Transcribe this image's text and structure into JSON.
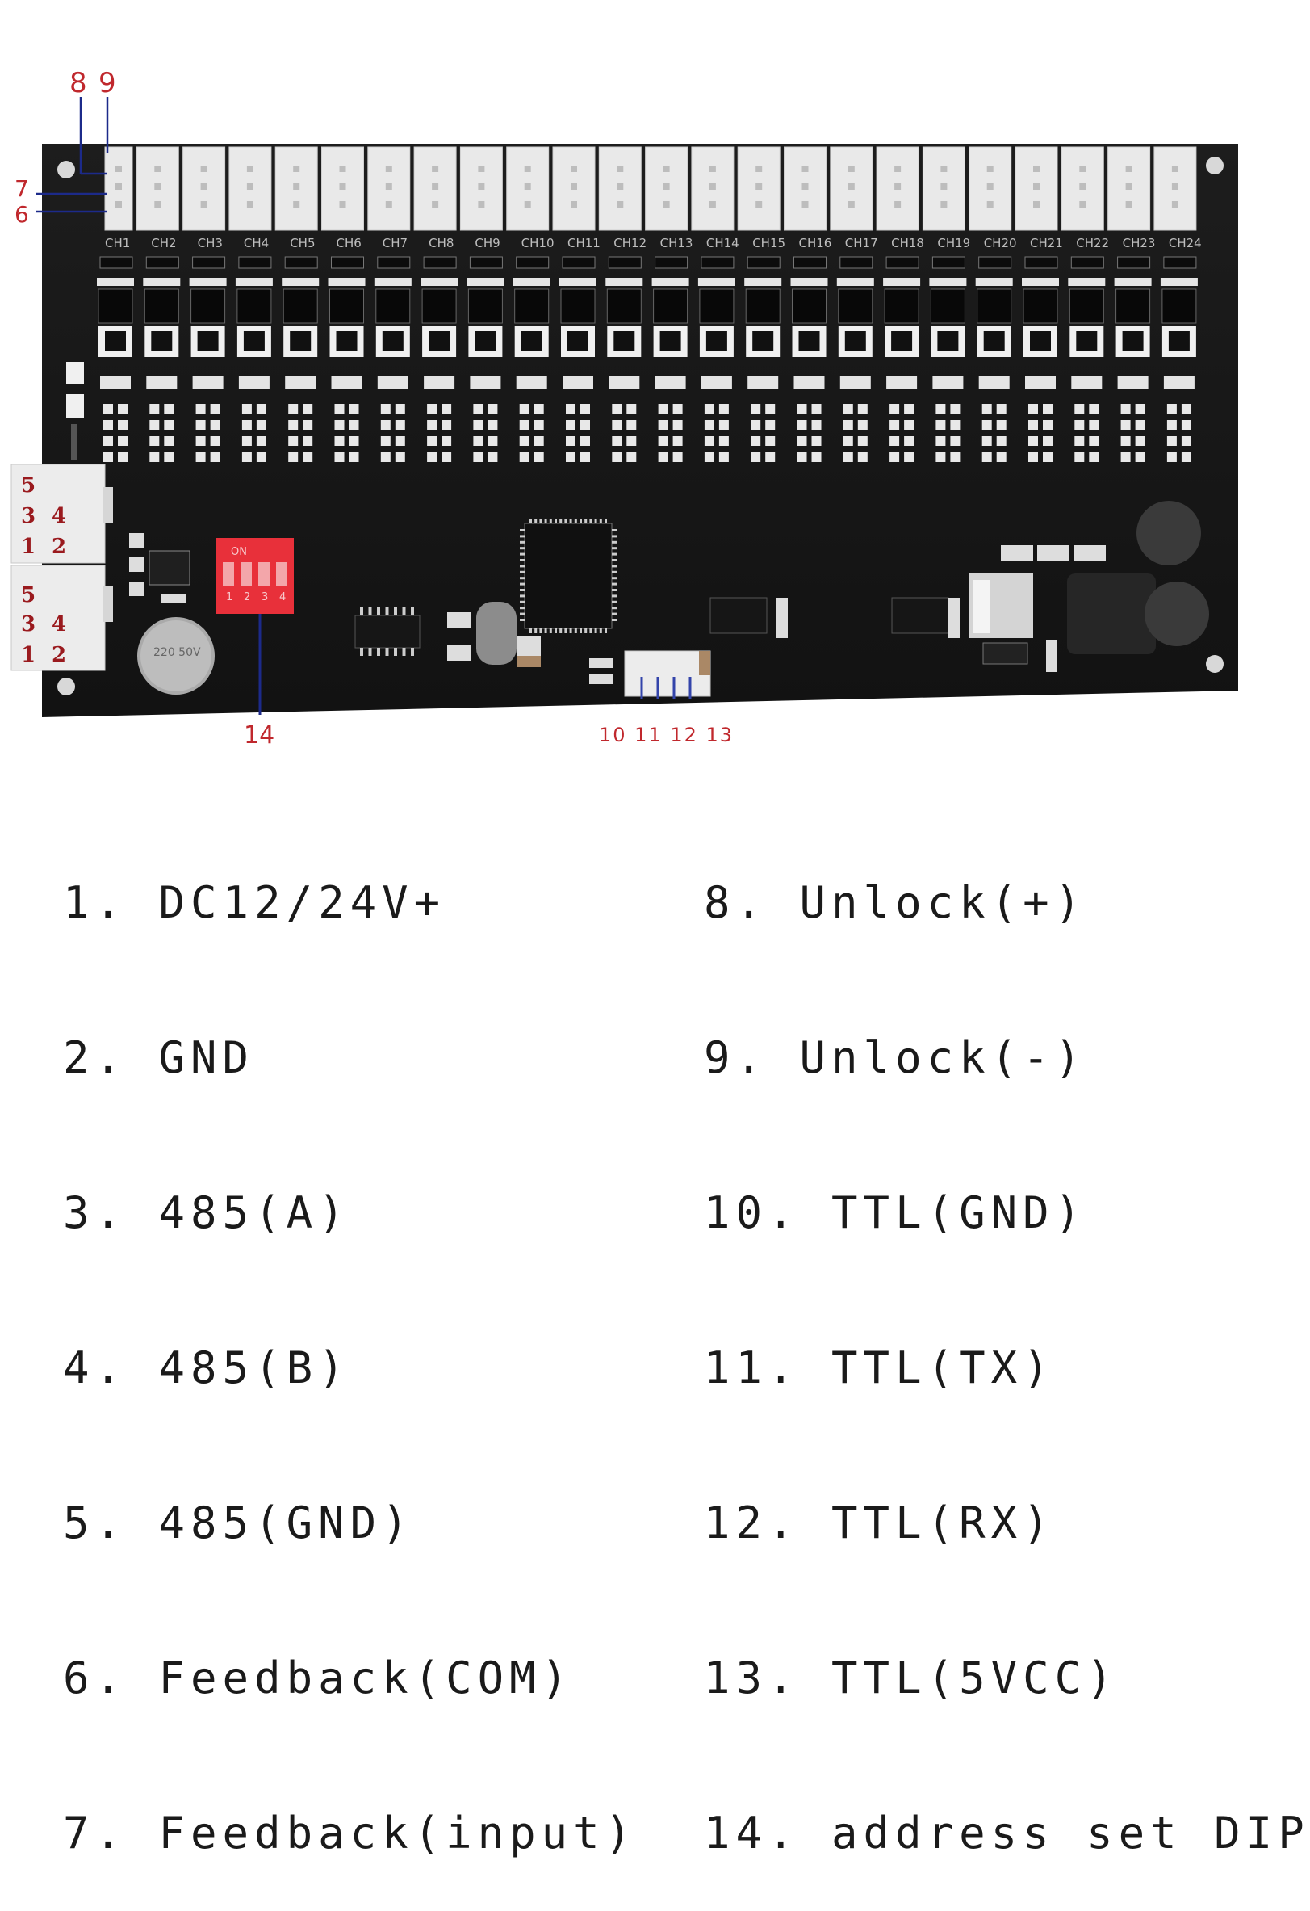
{
  "callouts": {
    "top_8": "8",
    "top_9": "9",
    "left_7": "7",
    "left_6": "6",
    "bottom_14": "14",
    "bottom_ttl": "10 11 12 13"
  },
  "connector_pins": {
    "upper": {
      "row1_left": "5",
      "row2_left": "3",
      "row2_right": "4",
      "row3_left": "1",
      "row3_right": "2"
    },
    "lower": {
      "row1_left": "5",
      "row2_left": "3",
      "row2_right": "4",
      "row3_left": "1",
      "row3_right": "2"
    }
  },
  "channels": [
    "CH1",
    "CH2",
    "CH3",
    "CH4",
    "CH5",
    "CH6",
    "CH7",
    "CH8",
    "CH9",
    "CH10",
    "CH11",
    "CH12",
    "CH13",
    "CH14",
    "CH15",
    "CH16",
    "CH17",
    "CH18",
    "CH19",
    "CH20",
    "CH21",
    "CH22",
    "CH23",
    "CH24"
  ],
  "dip": {
    "on_label": "ON",
    "switches": [
      "1",
      "2",
      "3",
      "4"
    ]
  },
  "capacitor_label": "220 50V",
  "legend_left": [
    "1. DC12/24V+",
    "2. GND",
    "3. 485(A)",
    "4. 485(B)",
    "5. 485(GND)",
    "6. Feedback(COM)",
    "7. Feedback(input)"
  ],
  "legend_right": [
    "8. Unlock(+)",
    "9. Unlock(-)",
    "10. TTL(GND)",
    "11. TTL(TX)",
    "12. TTL(RX)",
    "13. TTL(5VCC)",
    "14. address set DIP"
  ],
  "colors": {
    "board": "#151515",
    "connector": "#e9e9e9",
    "callout": "#c0282d",
    "callout_line": "#1c2a8a",
    "dip_switch": "#e8303a"
  }
}
